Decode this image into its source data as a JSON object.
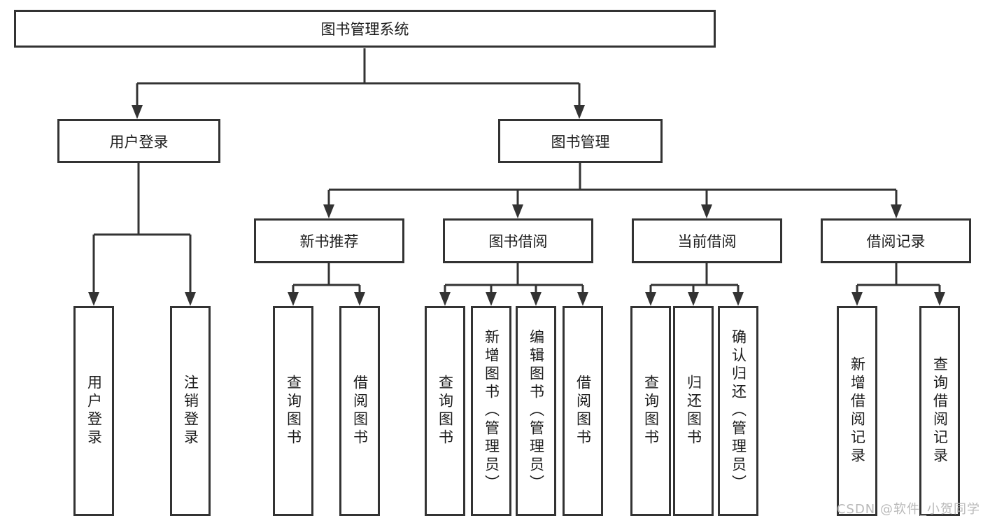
{
  "diagram": {
    "type": "hierarchy-tree",
    "root": {
      "label": "图书管理系统"
    },
    "level2": [
      {
        "label": "用户登录",
        "parent": "图书管理系统"
      },
      {
        "label": "图书管理",
        "parent": "图书管理系统"
      }
    ],
    "level3": [
      {
        "label": "新书推荐",
        "parent": "图书管理"
      },
      {
        "label": "图书借阅",
        "parent": "图书管理"
      },
      {
        "label": "当前借阅",
        "parent": "图书管理"
      },
      {
        "label": "借阅记录",
        "parent": "图书管理"
      }
    ],
    "leaves": [
      {
        "label": "用户登录",
        "parent": "用户登录"
      },
      {
        "label": "注销登录",
        "parent": "用户登录"
      },
      {
        "label": "查询图书",
        "parent": "新书推荐"
      },
      {
        "label": "借阅图书",
        "parent": "新书推荐"
      },
      {
        "label": "查询图书",
        "parent": "图书借阅"
      },
      {
        "label": "新增图书（管理员）",
        "parent": "图书借阅"
      },
      {
        "label": "编辑图书（管理员）",
        "parent": "图书借阅"
      },
      {
        "label": "借阅图书",
        "parent": "图书借阅"
      },
      {
        "label": "查询图书",
        "parent": "当前借阅"
      },
      {
        "label": "归还图书",
        "parent": "当前借阅"
      },
      {
        "label": "确认归还（管理员）",
        "parent": "当前借阅"
      },
      {
        "label": "新增借阅记录",
        "parent": "借阅记录"
      },
      {
        "label": "查询借阅记录",
        "parent": "借阅记录"
      }
    ]
  },
  "watermark": {
    "text": "CSDN @软件_小贺同学"
  },
  "colors": {
    "line": "#333333",
    "box_border": "#333333",
    "text": "#1c1c1c",
    "watermark": "#b9b9b9",
    "background": "#ffffff"
  }
}
